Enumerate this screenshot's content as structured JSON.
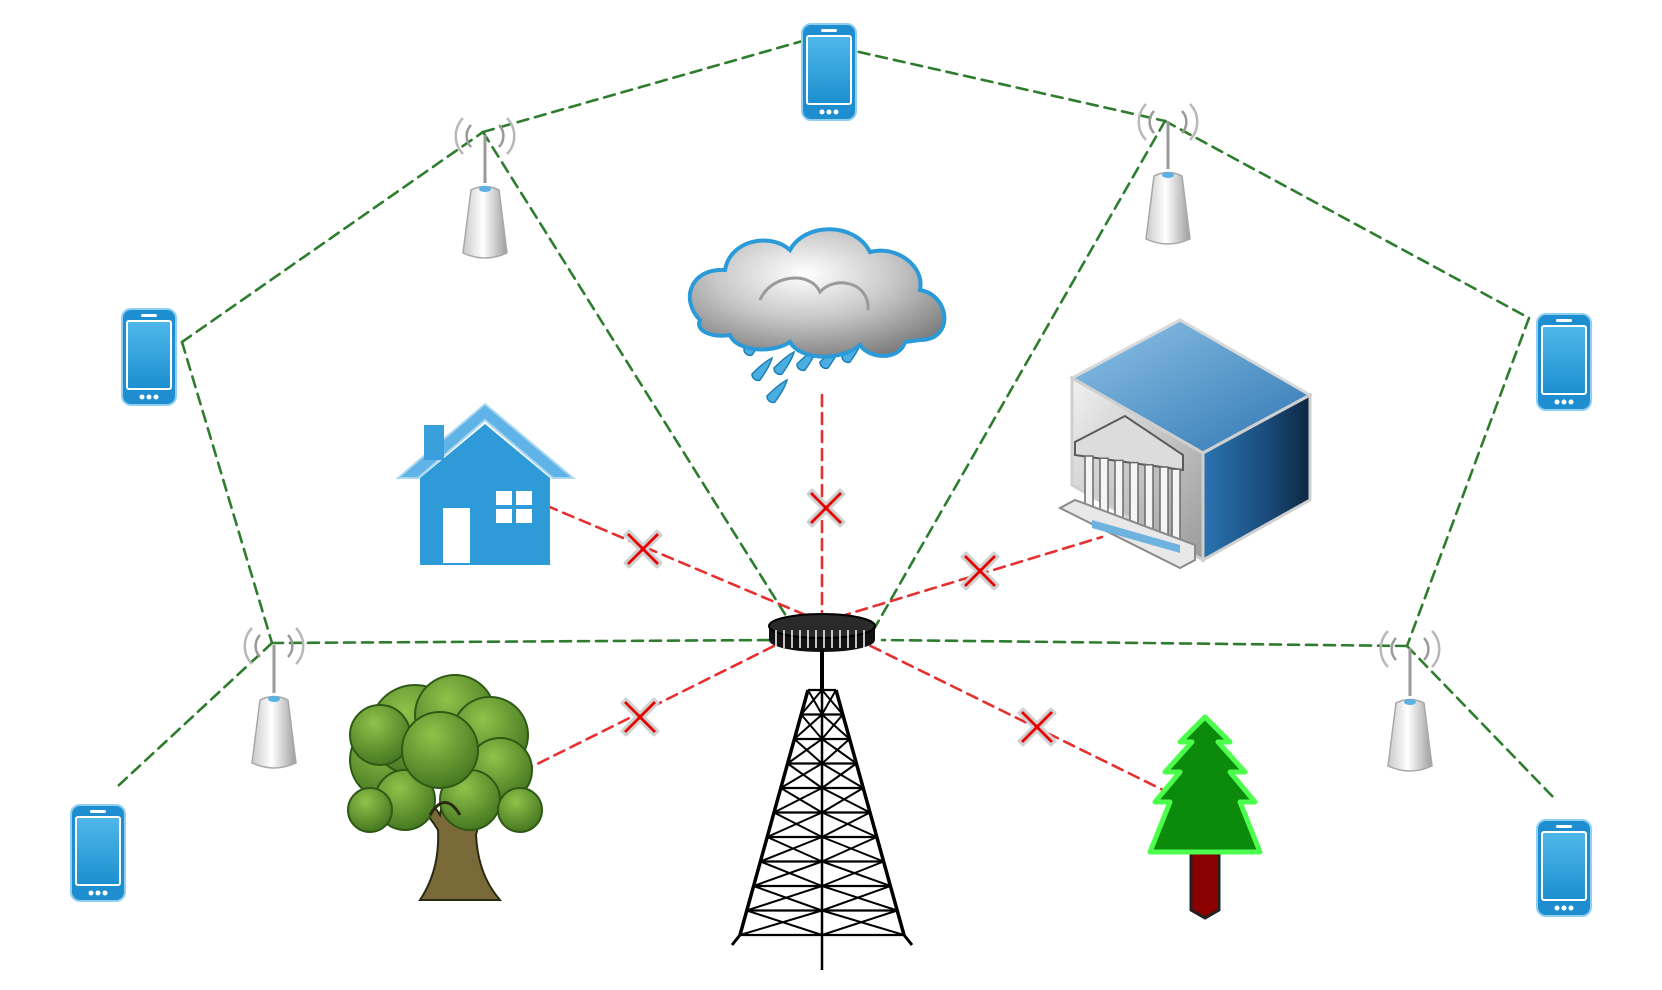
{
  "diagram": {
    "colors": {
      "background": "#ffffff",
      "relay_link": "#2e7d2e",
      "blocked_link": "#e53030",
      "blocked_marker": "#e60000",
      "device_blue": "#29a0dc",
      "building_blue": "#2a74b0",
      "tree_green": "#6a9a35",
      "pine_green": "#0b8a0b",
      "trunk_red": "#8b0000"
    },
    "nodes": [
      {
        "id": "phone-top",
        "kind": "smartphone",
        "icon": "smartphone-icon"
      },
      {
        "id": "phone-left",
        "kind": "smartphone",
        "icon": "smartphone-icon"
      },
      {
        "id": "phone-right",
        "kind": "smartphone",
        "icon": "smartphone-icon"
      },
      {
        "id": "phone-bottom-left",
        "kind": "smartphone",
        "icon": "smartphone-icon"
      },
      {
        "id": "phone-bottom-right",
        "kind": "smartphone",
        "icon": "smartphone-icon"
      },
      {
        "id": "ap-top-left",
        "kind": "access-point",
        "icon": "wireless-access-point-icon"
      },
      {
        "id": "ap-top-right",
        "kind": "access-point",
        "icon": "wireless-access-point-icon"
      },
      {
        "id": "ap-bottom-left",
        "kind": "access-point",
        "icon": "wireless-access-point-icon"
      },
      {
        "id": "ap-bottom-right",
        "kind": "access-point",
        "icon": "wireless-access-point-icon"
      },
      {
        "id": "tower",
        "kind": "cell-tower",
        "icon": "cell-tower-icon"
      },
      {
        "id": "cloud",
        "kind": "obstacle",
        "icon": "storm-cloud-icon"
      },
      {
        "id": "house",
        "kind": "obstacle",
        "icon": "house-icon"
      },
      {
        "id": "building",
        "kind": "obstacle",
        "icon": "building-icon"
      },
      {
        "id": "oak-tree",
        "kind": "obstacle",
        "icon": "oak-tree-icon"
      },
      {
        "id": "pine-tree",
        "kind": "obstacle",
        "icon": "pine-tree-icon"
      }
    ],
    "relay_links": [
      [
        "phone-left",
        "ap-top-left"
      ],
      [
        "ap-top-left",
        "phone-top"
      ],
      [
        "phone-top",
        "ap-top-right"
      ],
      [
        "ap-top-right",
        "phone-right"
      ],
      [
        "phone-left",
        "ap-bottom-left"
      ],
      [
        "ap-bottom-left",
        "phone-bottom-left"
      ],
      [
        "phone-right",
        "ap-bottom-right"
      ],
      [
        "ap-bottom-right",
        "phone-bottom-right"
      ],
      [
        "ap-top-left",
        "tower"
      ],
      [
        "ap-top-right",
        "tower"
      ],
      [
        "ap-bottom-left",
        "tower"
      ],
      [
        "ap-bottom-right",
        "tower"
      ]
    ],
    "blocked_links": [
      {
        "from": "tower",
        "to": "house",
        "marker": "blocked-x-icon"
      },
      {
        "from": "tower",
        "to": "cloud",
        "marker": "blocked-x-icon"
      },
      {
        "from": "tower",
        "to": "building",
        "marker": "blocked-x-icon"
      },
      {
        "from": "tower",
        "to": "oak-tree",
        "marker": "blocked-x-icon"
      },
      {
        "from": "tower",
        "to": "pine-tree",
        "marker": "blocked-x-icon"
      }
    ]
  }
}
